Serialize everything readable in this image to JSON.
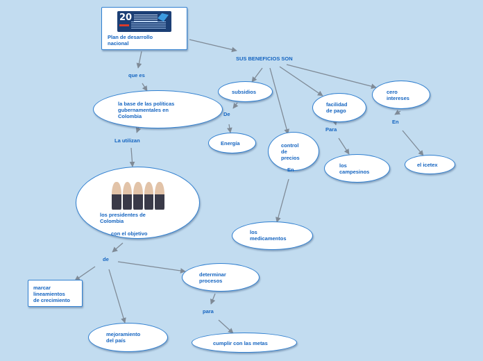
{
  "diagram": {
    "title_node": "Plan de desarrollo\nnacional",
    "logo_icon": "plan-nacional-logo",
    "photo_icon": "presidents-photo",
    "nodes": {
      "sus_beneficios": "SUS BENEFICIOS SON",
      "base_politicas": "la base de las políticas\ngubernamentales en\nColombia",
      "subsidios": "subsidios",
      "energia": "Energía",
      "control_precios": "control\nde\nprecios",
      "facilidad_pago": "facilidad\nde pago",
      "cero_intereses": "cero\nintereses",
      "campesinos": "los\ncampesinos",
      "icetex": "el icetex",
      "medicamentos": "los\nmedicamentos",
      "presidentes": "los presidentes de\nColombia",
      "marcar_lineamientos": "marcar\nlineamientos\nde crecimiento",
      "mejoramiento": "mejoramiento\ndel país",
      "determinar_procesos": "determinar\nprocesos",
      "cumplir_metas": "cumplir con las metas"
    },
    "link_labels": {
      "que_es": "que es",
      "la_utilizan": "La utilizan",
      "de_subsidios": "De",
      "en_control": "En",
      "para_facilidad": "Para",
      "en_cero": "En",
      "con_el_objetivo": "con el objetivo",
      "de_objetivo": "de",
      "para_procesos": "para"
    },
    "colors": {
      "background": "#c2dcf0",
      "text": "#1464c0",
      "border": "#2f7fd0",
      "connector": "#7f8a96"
    }
  }
}
